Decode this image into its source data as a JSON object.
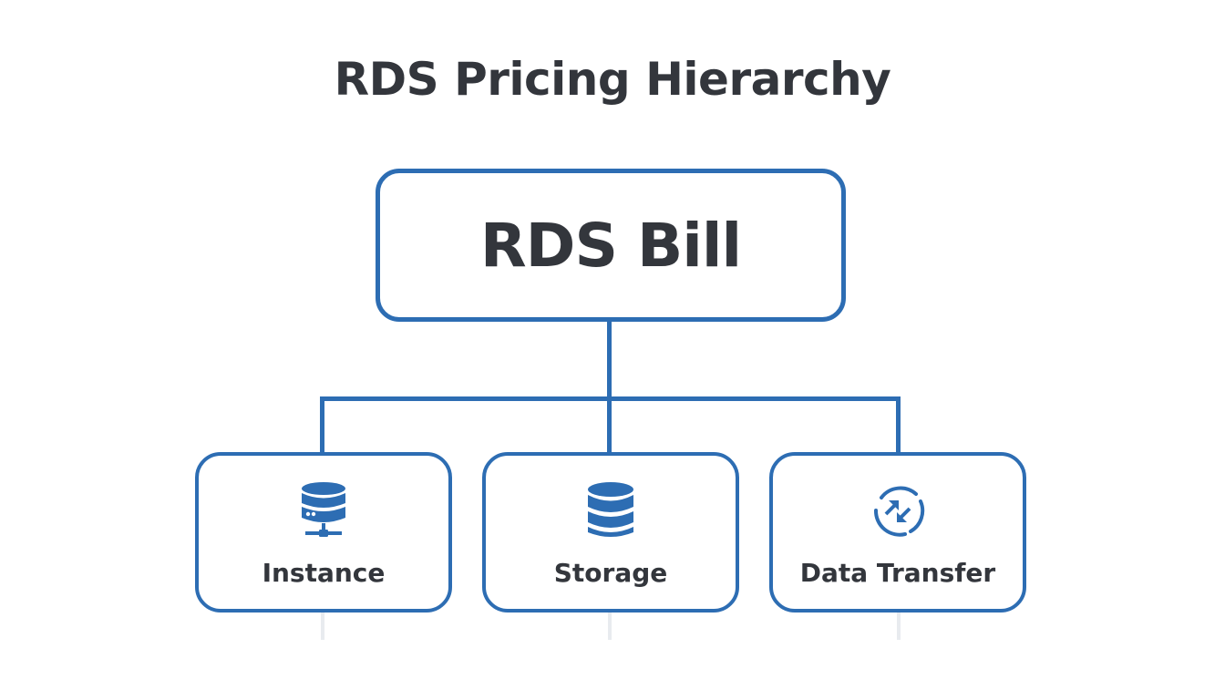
{
  "title": "RDS Pricing Hierarchy",
  "root": {
    "label": "RDS Bill"
  },
  "children": [
    {
      "label": "Instance",
      "icon": "database-server-network-icon"
    },
    {
      "label": "Storage",
      "icon": "database-stack-icon"
    },
    {
      "label": "Data Transfer",
      "icon": "transfer-arrows-icon"
    }
  ],
  "colors": {
    "accent": "#2d6db3",
    "text": "#33363c",
    "background": "#ffffff"
  }
}
